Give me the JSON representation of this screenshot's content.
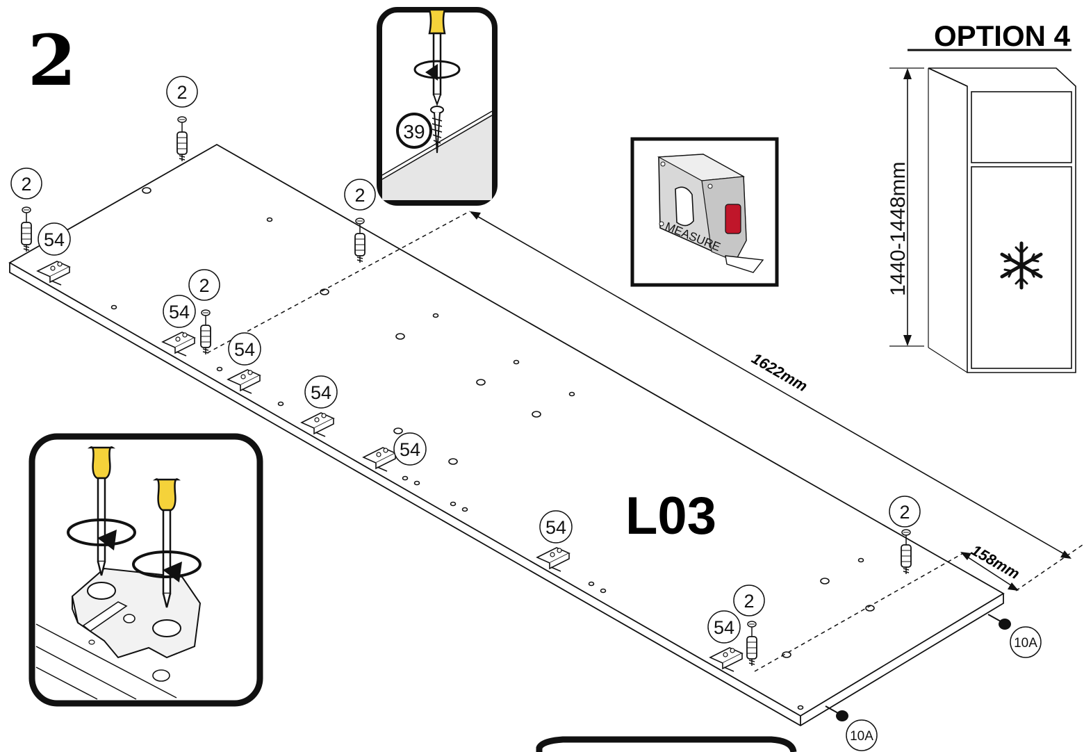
{
  "step_number": "2",
  "option_label": "OPTION 4",
  "panel_label": "L03",
  "dimensions": {
    "length": "1622mm",
    "offset": "158mm",
    "height_range": "1440-1448mm"
  },
  "measure_tool_text": "MEASURE",
  "detail_screw_label": "39",
  "part_labels": {
    "dowel": "2",
    "hinge_plate": "54",
    "cap": "10A"
  },
  "icons": [
    "snowflake-icon",
    "screwdriver-icon",
    "rotate-arrow-icon",
    "tape-measure-icon"
  ],
  "colors": {
    "screwdriver_handle": "#f5d23a",
    "measure_button": "#c0162a",
    "line": "#111111"
  }
}
